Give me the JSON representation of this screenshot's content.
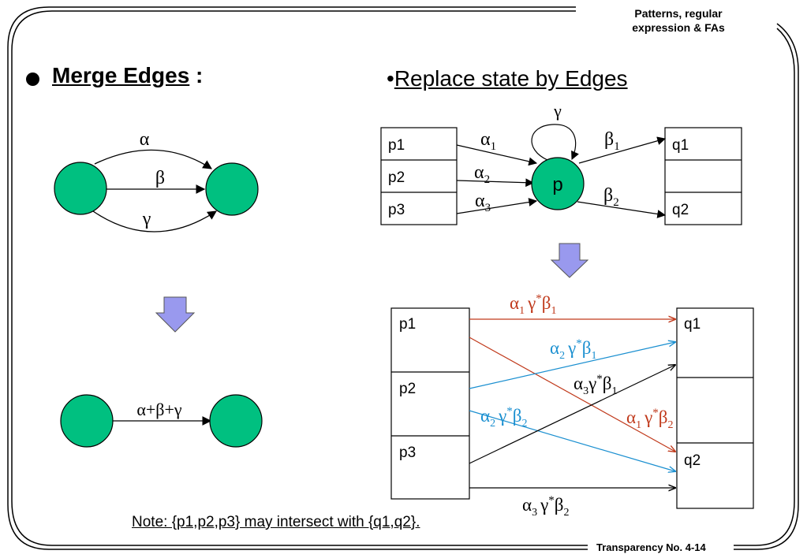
{
  "header": {
    "line1": "Patterns, regular",
    "line2": "expression & FAs"
  },
  "footer": {
    "label": "Transparency No. 4-14"
  },
  "left": {
    "title": "Merge Edges",
    "title_suffix": " :",
    "edges": [
      "α",
      "β",
      "γ"
    ],
    "merged_label": "α+β+γ"
  },
  "right": {
    "bullet": "•",
    "title": "Replace state by Edges",
    "center_state": "p",
    "self_loop": "γ",
    "in_states": [
      "p1",
      "p2",
      "p3"
    ],
    "out_states": [
      "q1",
      "q2"
    ],
    "in_labels": [
      {
        "base": "α",
        "sub": "1"
      },
      {
        "base": "α",
        "sub": "2"
      },
      {
        "base": "α",
        "sub": "3"
      }
    ],
    "out_labels": [
      {
        "base": "β",
        "sub": "1"
      },
      {
        "base": "β",
        "sub": "2"
      }
    ],
    "result_labels": [
      {
        "a": "α",
        "a_sub": "1",
        "g": "γ",
        "star": "*",
        "b": "β",
        "b_sub": "1",
        "color": "#c0391b"
      },
      {
        "a": "α",
        "a_sub": "2",
        "g": "γ",
        "star": "*",
        "b": "β",
        "b_sub": "1",
        "color": "#1a8fd0"
      },
      {
        "a": "α",
        "a_sub": "3",
        "g": "γ",
        "star": "*",
        "b": "β",
        "b_sub": "1",
        "color": "#000000"
      },
      {
        "a": "α",
        "a_sub": "1",
        "g": "γ",
        "star": "*",
        "b": "β",
        "b_sub": "2",
        "color": "#c0391b"
      },
      {
        "a": "α",
        "a_sub": "2",
        "g": "γ",
        "star": "*",
        "b": "β",
        "b_sub": "2",
        "color": "#1a8fd0"
      },
      {
        "a": "α",
        "a_sub": "3",
        "g": "γ",
        "star": "*",
        "b": "β",
        "b_sub": "2",
        "color": "#000000"
      }
    ]
  },
  "note": "Note: {p1,p2,p3} may intersect with {q1,q2}.",
  "colors": {
    "node_fill": "#00c080",
    "arrow_fill": "#9999ee",
    "red": "#c0391b",
    "blue": "#1a8fd0"
  }
}
